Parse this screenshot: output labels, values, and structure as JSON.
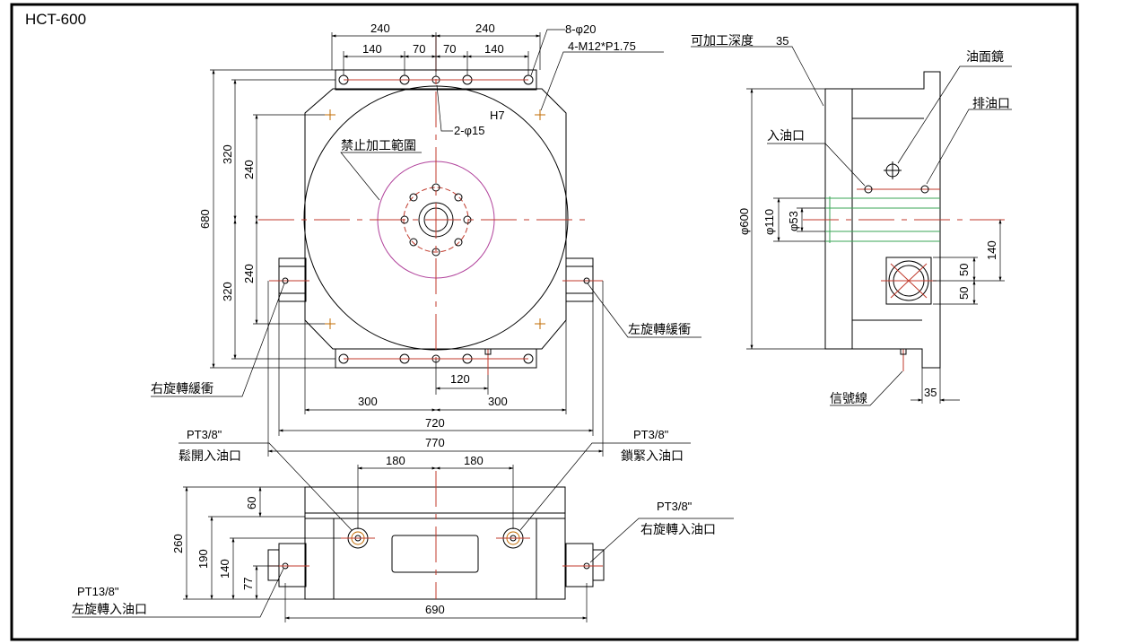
{
  "title": "HCT-600",
  "top_view": {
    "dims_top": [
      "240",
      "240",
      "140",
      "70",
      "70",
      "140"
    ],
    "callout_holes": "8-φ20",
    "callout_thread": "4-M12*P1.75",
    "h7": "H7",
    "callout_pin": "2-φ15",
    "no_machining": "禁止加工範圍",
    "dims_left": [
      "320",
      "240",
      "680",
      "320",
      "240"
    ],
    "dims_bottom": [
      "120",
      "300",
      "300",
      "720",
      "770"
    ],
    "left_buffer": "左旋轉緩衝",
    "right_buffer": "右旋轉緩衝"
  },
  "side_view": {
    "machinable_depth": "可加工深度",
    "depth_value": "35",
    "oil_gauge": "油面鏡",
    "drain": "排油口",
    "inlet": "入油口",
    "dia_600": "φ600",
    "dia_110": "φ110",
    "dia_53": "φ53",
    "dim_140": "140",
    "dim_50a": "50",
    "dim_50b": "50",
    "signal": "信號線",
    "dim_35": "35"
  },
  "front_view": {
    "pt_release": "PT3/8\"",
    "release": "鬆開入油口",
    "pt_lock": "PT3/8\"",
    "lock": "鎖緊入油口",
    "dims_top": [
      "180",
      "180"
    ],
    "dims_left": [
      "60",
      "260",
      "190",
      "140",
      "77"
    ],
    "pt_right": "PT3/8\"",
    "right_inlet": "右旋轉入油口",
    "pt_left": "PT13/8\"",
    "left_inlet": "左旋轉入油口",
    "dim_690": "690"
  }
}
